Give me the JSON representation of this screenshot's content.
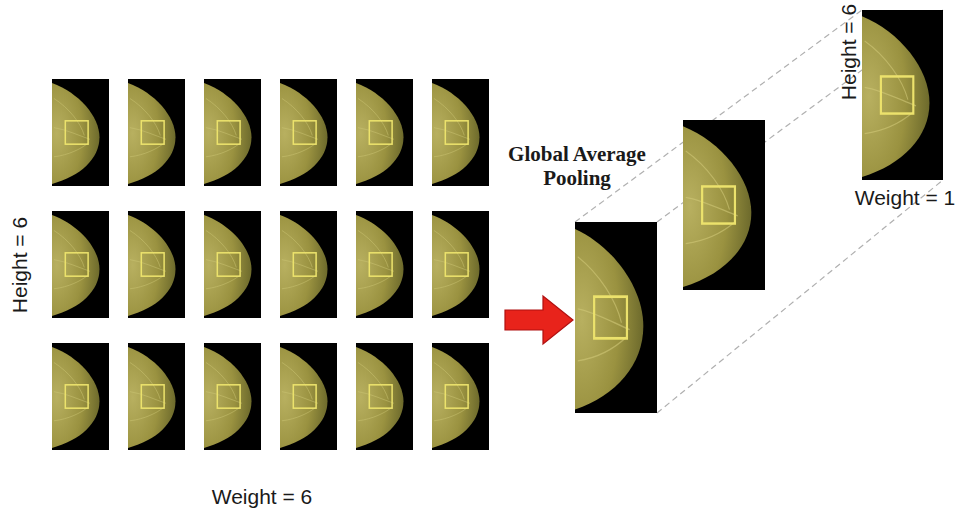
{
  "diagram": {
    "labels": [
      "Height = 6",
      "Weight = 6",
      "Global Average Pooling",
      "Height = 6",
      "Weight = 1"
    ]
  }
}
